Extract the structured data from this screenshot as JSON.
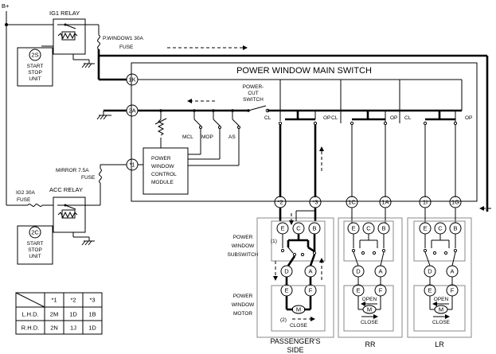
{
  "labels": {
    "battery": "B+",
    "ig1_relay": "IG1 RELAY",
    "pwindow_fuse": "P.WINDOW1 30A",
    "fuse_word": "FUSE",
    "start_stop_unit_l1": "START",
    "start_stop_unit_l2": "STOP",
    "start_stop_unit_l3": "UNIT",
    "main_switch_title": "POWER WINDOW MAIN SWITCH",
    "power_cut_l1": "POWER-",
    "power_cut_l2": "CUT",
    "power_cut_l3": "SWITCH",
    "mcl": "MCL",
    "mop": "MOP",
    "as": "AS",
    "cl": "CL",
    "op": "OP",
    "pw_module_l1": "POWER",
    "pw_module_l2": "WINDOW",
    "pw_module_l3": "CONTROL",
    "pw_module_l4": "MODULE",
    "mirror_fuse": "MIRROR 7.5A",
    "ig2_fuse": "IG2 30A",
    "acc_relay": "ACC RELAY",
    "subswitch_l1": "POWER",
    "subswitch_l2": "WINDOW",
    "subswitch_l3": "SUBSWITCH",
    "motor_l1": "POWER",
    "motor_l2": "WINDOW",
    "motor_l3": "MOTOR",
    "open": "OPEN",
    "close": "CLOSE",
    "motor_symbol": "M",
    "step1": "(1)",
    "step2": "(2)",
    "passenger_l1": "PASSENGER'S",
    "passenger_l2": "SIDE",
    "rr": "RR",
    "lr": "LR"
  },
  "terminals": {
    "t2s": "2S",
    "t2c": "2C",
    "t1k": "1K",
    "t2a": "2A",
    "s1": "*1",
    "s2": "*2",
    "s3": "*3",
    "t1c": "1C",
    "t1a": "1A",
    "t1i": "1I",
    "t1g": "1G",
    "e": "E",
    "c": "C",
    "b": "B",
    "d": "D",
    "a": "A",
    "f": "F"
  },
  "table": {
    "headers": [
      "*1",
      "*2",
      "*3"
    ],
    "rows": [
      {
        "name": "L.H.D.",
        "values": [
          "2M",
          "1D",
          "1B"
        ]
      },
      {
        "name": "R.H.D.",
        "values": [
          "2N",
          "1J",
          "1D"
        ]
      }
    ]
  }
}
